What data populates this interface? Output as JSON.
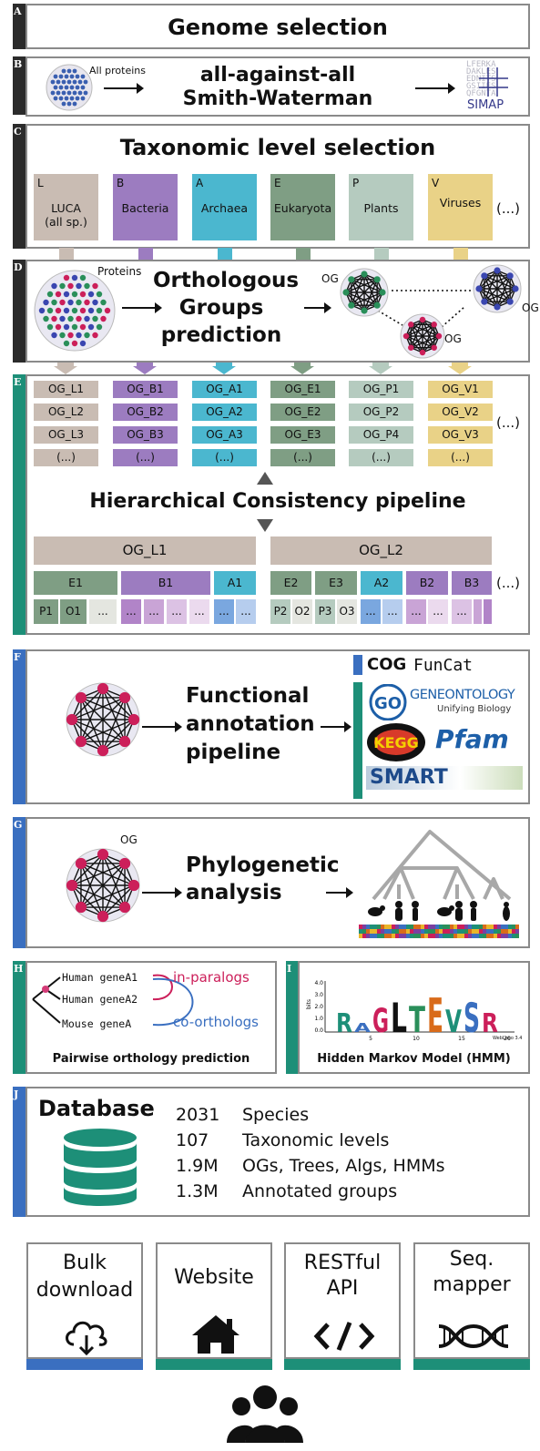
{
  "colors": {
    "dark_bar": "#2b2b2b",
    "teal_bar": "#1d8f78",
    "blue_bar": "#3a6fc0",
    "L": "#c9bcb3",
    "B": "#9c7cc0",
    "A": "#4bb7cf",
    "E": "#7f9e84",
    "P": "#b5cbbf",
    "V": "#e9d287",
    "og_red": "#cc1f5a"
  },
  "panel_a": {
    "letter": "A",
    "title": "Genome selection"
  },
  "panel_b": {
    "letter": "B",
    "proteins_label": "All proteins",
    "title_line1": "all-against-all",
    "title_line2": "Smith-Waterman",
    "simap_label": "SIMAP",
    "simap_letters": "LFERKA DAKLES EDNITS GSIIES QFGNTA"
  },
  "panel_c": {
    "letter": "C",
    "title": "Taxonomic level selection",
    "levels": [
      {
        "abbr": "L",
        "name1": "LUCA",
        "name2": "(all sp.)"
      },
      {
        "abbr": "B",
        "name1": "Bacteria",
        "name2": ""
      },
      {
        "abbr": "A",
        "name1": "Archaea",
        "name2": ""
      },
      {
        "abbr": "E",
        "name1": "Eukaryota",
        "name2": ""
      },
      {
        "abbr": "P",
        "name1": "Plants",
        "name2": ""
      },
      {
        "abbr": "V",
        "name1": "Viruses",
        "name2": ""
      }
    ],
    "more": "(...)"
  },
  "panel_d": {
    "letter": "D",
    "proteins_label": "Proteins",
    "title_line1": "Orthologous",
    "title_line2": "Groups",
    "title_line3": "prediction",
    "og_label_1": "OG",
    "og_label_2": "OG",
    "og_label_3": "OG"
  },
  "panel_e": {
    "letter": "E",
    "columns": [
      [
        "OG_L1",
        "OG_L2",
        "OG_L3",
        "(...)"
      ],
      [
        "OG_B1",
        "OG_B2",
        "OG_B3",
        "(...)"
      ],
      [
        "OG_A1",
        "OG_A2",
        "OG_A3",
        "(...)"
      ],
      [
        "OG_E1",
        "OG_E2",
        "OG_E3",
        "(...)"
      ],
      [
        "OG_P1",
        "OG_P2",
        "OG_P4",
        "(...)"
      ],
      [
        "OG_V1",
        "OG_V2",
        "OG_V3",
        "(...)"
      ]
    ],
    "more": "(...)",
    "title": "Hierarchical Consistency pipeline",
    "top_l1": "OG_L1",
    "top_l2": "OG_L2",
    "mid_left": [
      "E1",
      "B1",
      "A1"
    ],
    "mid_right": [
      "E2",
      "E3",
      "A2",
      "B2",
      "B3"
    ],
    "mid_more": "(...)",
    "leaves_left": [
      "P1",
      "O1",
      "..."
    ],
    "leaves_right": [
      "P2",
      "O2",
      "P3",
      "O3"
    ],
    "dots": "..."
  },
  "panel_f": {
    "letter": "F",
    "title_line1": "Functional",
    "title_line2": "annotation",
    "title_line3": "pipeline",
    "cog": "COG",
    "funcat": "FunCat",
    "geneontology": "GENEONTOLOGY",
    "go_sub": "Unifying Biology",
    "kegg": "KEGG",
    "pfam": "Pfam",
    "smart": "SMART"
  },
  "panel_g": {
    "letter": "G",
    "og_label": "OG",
    "title_line1": "Phylogenetic",
    "title_line2": "analysis"
  },
  "panel_h": {
    "letter": "H",
    "gene1": "Human geneA1",
    "gene2": "Human geneA2",
    "gene3": "Mouse geneA",
    "inparalogs": "in-paralogs",
    "coorthologs": "co-orthologs",
    "caption": "Pairwise orthology prediction"
  },
  "panel_i": {
    "letter": "I",
    "caption": "Hidden Markov Model (HMM)",
    "logo_letters": "RAGLTEVSR",
    "yticks": [
      "4.0",
      "3.0",
      "2.0",
      "1.0",
      "0.0"
    ],
    "xticks": [
      "5",
      "10",
      "15",
      "20"
    ],
    "ylabel": "bits",
    "credit": "WebLogo 3.4"
  },
  "panel_j": {
    "letter": "J",
    "title": "Database",
    "stats": [
      {
        "num": "2031",
        "label": "Species"
      },
      {
        "num": "107",
        "label": "Taxonomic levels"
      },
      {
        "num": "1.9M",
        "label": "OGs, Trees, Algs, HMMs"
      },
      {
        "num": "1.3M",
        "label": "Annotated groups"
      }
    ]
  },
  "access": [
    {
      "line1": "Bulk",
      "line2": "download",
      "icon": "cloud-download-icon",
      "bar": "#3a6fc0"
    },
    {
      "line1": "Website",
      "line2": "",
      "icon": "home-icon",
      "bar": "#1d8f78"
    },
    {
      "line1": "RESTful",
      "line2": "API",
      "icon": "code-icon",
      "bar": "#1d8f78"
    },
    {
      "line1": "Seq.",
      "line2": "mapper",
      "icon": "dna-icon",
      "bar": "#1d8f78"
    }
  ],
  "users_icon": "users-icon"
}
